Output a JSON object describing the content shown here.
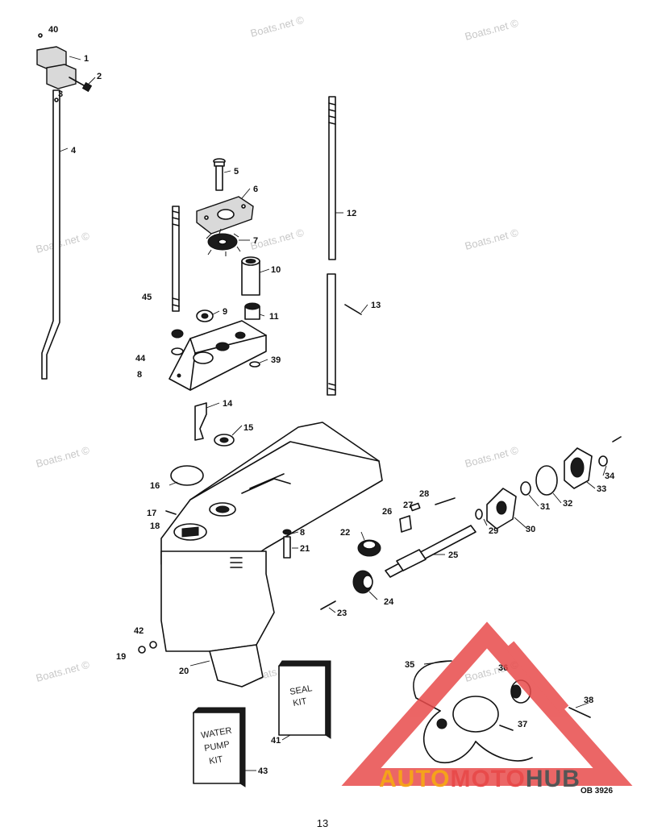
{
  "watermark_text": "Boats.net ©",
  "logo": {
    "part1": "AUTO",
    "part2": "MOTO",
    "part3": "HUB",
    "color_red": "#e84b4b",
    "color_orange": "#f5a21b",
    "color_grey": "#555555"
  },
  "figure_code": "OB 3926",
  "page_number": "13",
  "kits": {
    "seal_kit": [
      "SEAL",
      "KIT"
    ],
    "water_pump_kit": [
      "WATER",
      "PUMP",
      "KIT"
    ]
  },
  "part_labels": {
    "p40": "40",
    "p1": "1",
    "p2": "2",
    "p3": "3",
    "p4": "4",
    "p5": "5",
    "p6": "6",
    "p7": "7",
    "p10": "10",
    "p45": "45",
    "p9": "9",
    "p11": "11",
    "p44": "44",
    "p8a": "8",
    "p39": "39",
    "p12": "12",
    "p13": "13",
    "p14": "14",
    "p15": "15",
    "p16": "16",
    "p17": "17",
    "p18": "18",
    "p8b": "8",
    "p21": "21",
    "p22": "22",
    "p26": "26",
    "p27": "27",
    "p28": "28",
    "p25": "25",
    "p29": "29",
    "p30": "30",
    "p31": "31",
    "p32": "32",
    "p33": "33",
    "p34": "34",
    "p24": "24",
    "p23": "23",
    "p42": "42",
    "p19": "19",
    "p20": "20",
    "p35": "35",
    "p36": "36",
    "p37": "37",
    "p38": "38",
    "p41": "41",
    "p43": "43"
  }
}
